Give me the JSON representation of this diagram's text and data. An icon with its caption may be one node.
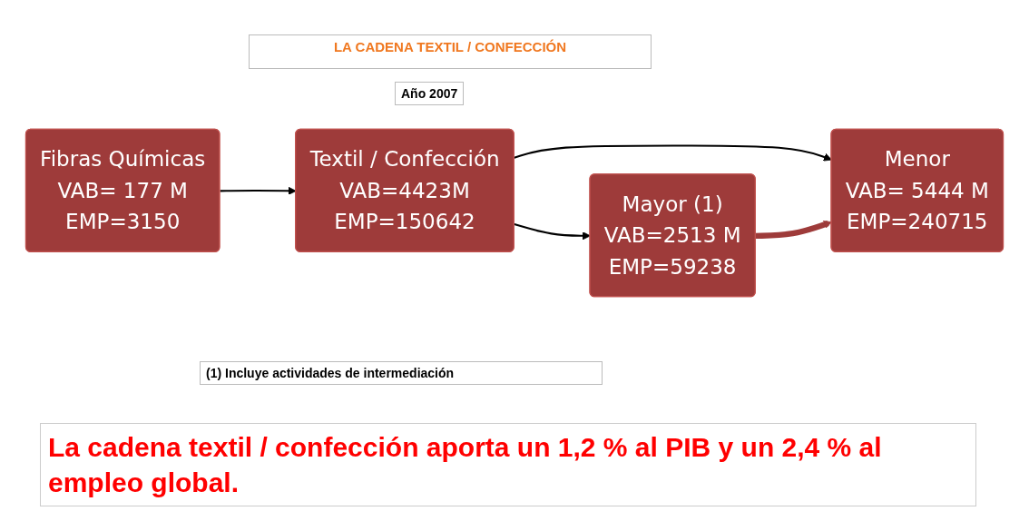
{
  "diagram": {
    "title": "LA CADENA TEXTIL / CONFECCIÓN",
    "caption": "La cadena textil / confección aporta un 1,2 % al PIB y un 2,4 % al empleo global.",
    "nodes": [
      {
        "text": [
          "Fibras Químicas",
          "VAB= 177 M",
          "EMP=3150"
        ]
      },
      {
        "text": [
          "Textil / Confección",
          "VAB=4423M",
          "EMP=150642"
        ]
      },
      {
        "text": [
          "Mayor (1)",
          "VAB=2513 M",
          "EMP=59238"
        ]
      },
      {
        "text": [
          "Menor",
          "VAB= 5444 M",
          "EMP=240715"
        ]
      }
    ],
    "edges": [
      {
        "from": 0,
        "to": 1,
        "arrow": "to"
      },
      {
        "from": 1,
        "to": 2,
        "arrow": "to"
      },
      {
        "from": 1,
        "to": 3,
        "arrow": "to"
      },
      {
        "from": 2,
        "to": 3,
        "arrow": "to",
        "style": "thick",
        "color": "#9e3b3a"
      }
    ],
    "labels": [
      "Año 2007",
      "(1)  Incluye actividades de intermediación"
    ]
  }
}
